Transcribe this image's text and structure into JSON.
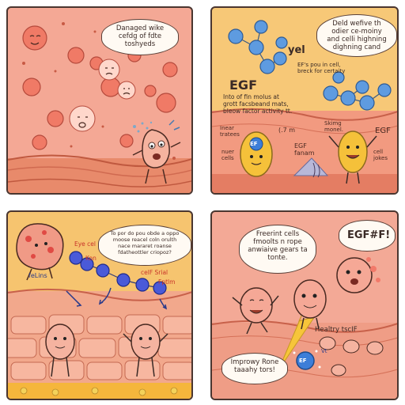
{
  "panel1": {
    "bubble": "Danaged wike\ncefdg of fdte\ntoshyeds"
  },
  "panel2": {
    "bubble": "Deld wefive th\nodier ce-moiny\nand celli highning\ndighning cand",
    "yel": "yel",
    "egf_note": "EF's pou in cell,\nbreck for certaity",
    "egf_title": "EGF",
    "desc": "Into of fin molus at\ngrott facsbeand mats,\nbleow factor activity tt.",
    "label_linear": "Inear\ntratees",
    "label_nuer": "nuer\ncells",
    "label_77": "(.7 m",
    "label_egf_panel": "EGF\nfanam",
    "label_skimg": "Skimg\nmonel.",
    "label_egf_right": "EGF",
    "label_cell": "cell\njokes",
    "ef_badge": "EF"
  },
  "panel3": {
    "bubble": "To por do pou obde a\noppo moose reacel coln\norulth nace mararet roanse\nfdatheottler criopoz?",
    "label_eye": "Eye cel",
    "label_kon": "Kon",
    "label_felin": "feLins",
    "label_celf": "celF Srial",
    "label_sptim": "Fptlm"
  },
  "panel4": {
    "shout": "EGF#F!",
    "bubble_top": "Freerint cells\nfmoolts n rope\nanwiaive gears ta\ntonte.",
    "label_healthy": "Healtry tscIF",
    "label_v": "Vt",
    "bubble_bottom": "Improwy Rone\ntaaahy tors!",
    "ef_badge": "EF"
  }
}
